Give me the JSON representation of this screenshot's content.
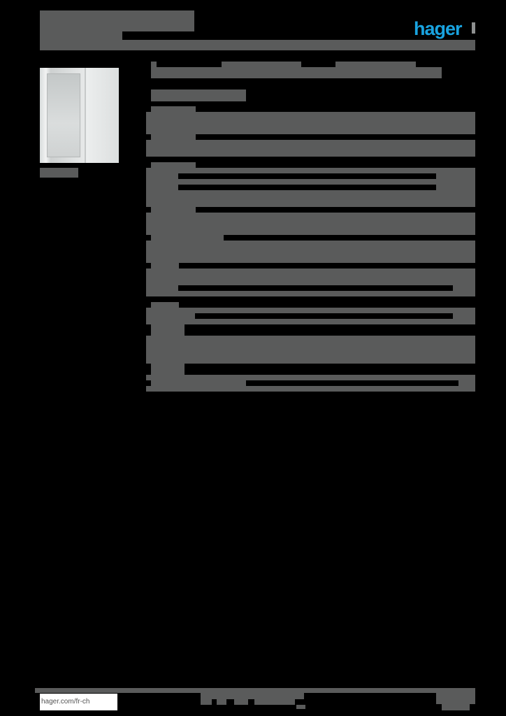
{
  "document": {
    "type": "product datasheet",
    "brand": {
      "logo_text": "hager",
      "logo_color": "#19a3e0"
    },
    "redaction_color": "#5a5b5b",
    "header": {
      "title": "[redacted]",
      "subtitle": "[redacted]"
    },
    "product": {
      "image_alt": "Floor-standing enclosure with open door",
      "caption": "[redacted]",
      "title": "[redacted]",
      "subtitle": "[redacted]"
    },
    "sections": [
      {
        "label": "[redacted]",
        "rows": [
          "[redacted]",
          "[redacted]"
        ]
      },
      {
        "label": "[redacted]",
        "rows": [
          "[redacted]",
          "[redacted]",
          "[redacted]"
        ]
      },
      {
        "label": "[redacted]",
        "rows": [
          "[redacted]"
        ]
      },
      {
        "label": "[redacted]",
        "rows": [
          "[redacted]"
        ]
      },
      {
        "label": "[redacted]",
        "rows": [
          "[redacted]",
          "[redacted]"
        ]
      },
      {
        "label": "[redacted]",
        "rows": [
          "[redacted]"
        ]
      },
      {
        "label": "[redacted]",
        "rows": [
          "[redacted]"
        ]
      },
      {
        "label": "[redacted]",
        "rows": [
          "[redacted]"
        ]
      }
    ],
    "footer": {
      "url": "hager.com/fr-ch",
      "center": "[redacted]",
      "page": "[redacted]"
    }
  }
}
